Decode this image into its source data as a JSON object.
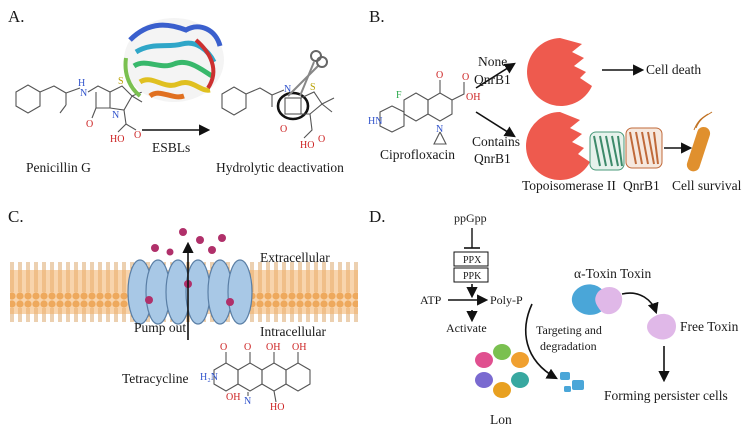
{
  "panels": {
    "a": {
      "tag": "A.",
      "drug": "Penicillin G",
      "enzyme": "ESBLs",
      "result": "Hydrolytic deactivation"
    },
    "b": {
      "tag": "B.",
      "drug": "Ciprofloxacin",
      "branch_none_1": "None",
      "branch_none_2": "QnrB1",
      "branch_yes_1": "Contains",
      "branch_yes_2": "QnrB1",
      "outcome_death": "Cell death",
      "target": "Topoisomerase II",
      "protein": "QnrB1",
      "outcome_survival": "Cell survival"
    },
    "c": {
      "tag": "C.",
      "extracellular": "Extracellular",
      "intracellular": "Intracellular",
      "pump": "Pump out",
      "drug": "Tetracycline"
    },
    "d": {
      "tag": "D.",
      "alarmone": "ppGpp",
      "ppx": "PPX",
      "ppk": "PPK",
      "atp": "ATP",
      "polyp": "Poly-P",
      "activate": "Activate",
      "targeting_1": "Targeting and",
      "targeting_2": "degradation",
      "protease": "Lon",
      "complex": "α-Toxin Toxin",
      "free": "Free Toxin",
      "persister": "Forming persister cells"
    }
  },
  "colors": {
    "topo_red": "#ee5a4e",
    "membrane_orange": "#f2b168",
    "membrane_head": "#e8a050",
    "pump_blue": "#a8c8e6",
    "drug_magenta": "#b0306a",
    "antitoxin_blue": "#4aa6d8",
    "toxin_pink": "#e0b8e8"
  }
}
